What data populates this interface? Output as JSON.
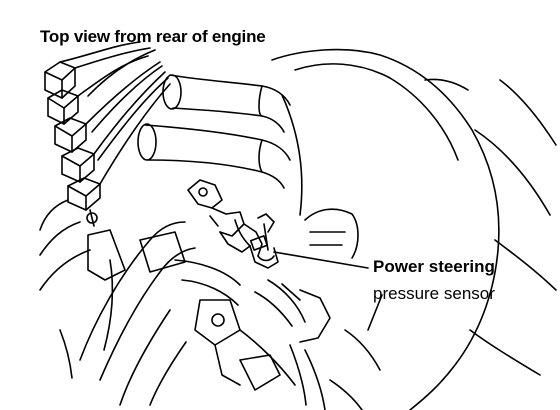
{
  "diagram": {
    "title": "Top view from rear of engine",
    "callout": {
      "line1": "Power steering",
      "line2": "pressure sensor"
    }
  }
}
